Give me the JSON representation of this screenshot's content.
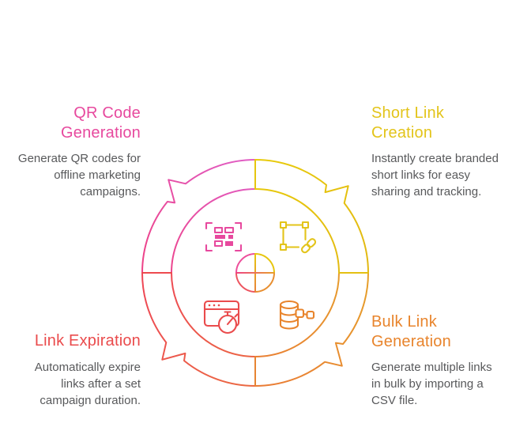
{
  "colors": {
    "background": "#ffffff",
    "body_text": "#58595b"
  },
  "sections": {
    "qr_code_generation": {
      "title": "QR Code Generation",
      "description": "Generate QR codes for offline marketing campaigns.",
      "color": "#e7499e",
      "icon": "qr-code-icon"
    },
    "short_link_creation": {
      "title": "Short Link Creation",
      "description": "Instantly create branded short links for easy sharing and tracking.",
      "color": "#e3c41a",
      "icon": "vector-square-link-icon"
    },
    "link_expiration": {
      "title": "Link Expiration",
      "description": "Automatically expire links after a set campaign duration.",
      "color": "#ea4b4c",
      "icon": "browser-timer-icon"
    },
    "bulk_link_generation": {
      "title": "Bulk Link Generation",
      "description": "Generate multiple links in bulk by importing a CSV file.",
      "color": "#e8842c",
      "icon": "database-export-icon"
    }
  },
  "diagram": {
    "type": "cycle",
    "direction": "clockwise",
    "gradients": {
      "pink": [
        "#ee4185",
        "#e05ec6"
      ],
      "yellow": [
        "#e8cb0a",
        "#e2b813"
      ],
      "orange": [
        "#e6a02a",
        "#ea7b36"
      ],
      "red": [
        "#eb6a42",
        "#ee4556"
      ]
    },
    "dividers": {
      "top": "#e6c60f",
      "right": "#e4c012",
      "bottom": "#e78432",
      "left": "#ed4a4e"
    },
    "center": {
      "tl": "#ed4f9b",
      "tr": "#e7c60f",
      "br": "#e88f31",
      "bl": "#ed5560",
      "v": [
        "#e7c60f",
        "#e8823a"
      ],
      "h": [
        "#ee4384",
        "#e8a02a"
      ]
    }
  }
}
